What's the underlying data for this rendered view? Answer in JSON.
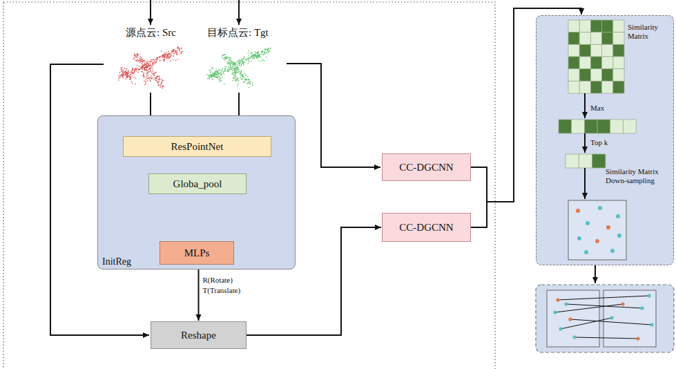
{
  "diagram": {
    "nodes": [
      {
        "text": [
          "InitReg"
        ]
      },
      {
        "text": [
          "ResPointNet"
        ],
        "in": 0
      },
      {
        "text": [
          "Globa_pool"
        ],
        "in": 0
      },
      {
        "text": [
          "MLPs"
        ],
        "in": 0
      },
      {
        "text": [
          "Reshape"
        ]
      },
      {
        "text": [
          "CC-DGCNN"
        ]
      },
      {
        "text": [
          "CC-DGCNN"
        ]
      },
      {
        "text": [
          "Similarity Matrix",
          "Max",
          "Top k",
          "Similarity Matrix Down-sampling"
        ]
      }
    ],
    "edges": [
      {
        "from": 1,
        "to": 2,
        "arrow": "to"
      },
      {
        "from": 1,
        "to": 2,
        "arrow": "to"
      },
      {
        "from": 2,
        "to": 3,
        "arrow": "to"
      },
      {
        "from": 0,
        "to": 4,
        "label": "R(Rotate) T(Translate)",
        "arrow": "to"
      },
      {
        "from": 4,
        "to": 6,
        "arrow": "to"
      },
      {
        "from": 5,
        "to": 7,
        "arrow": "to"
      },
      {
        "from": 6,
        "to": 7,
        "arrow": "to"
      }
    ],
    "labels": [
      "源点云: Src",
      "目标点云: Tgt"
    ]
  }
}
